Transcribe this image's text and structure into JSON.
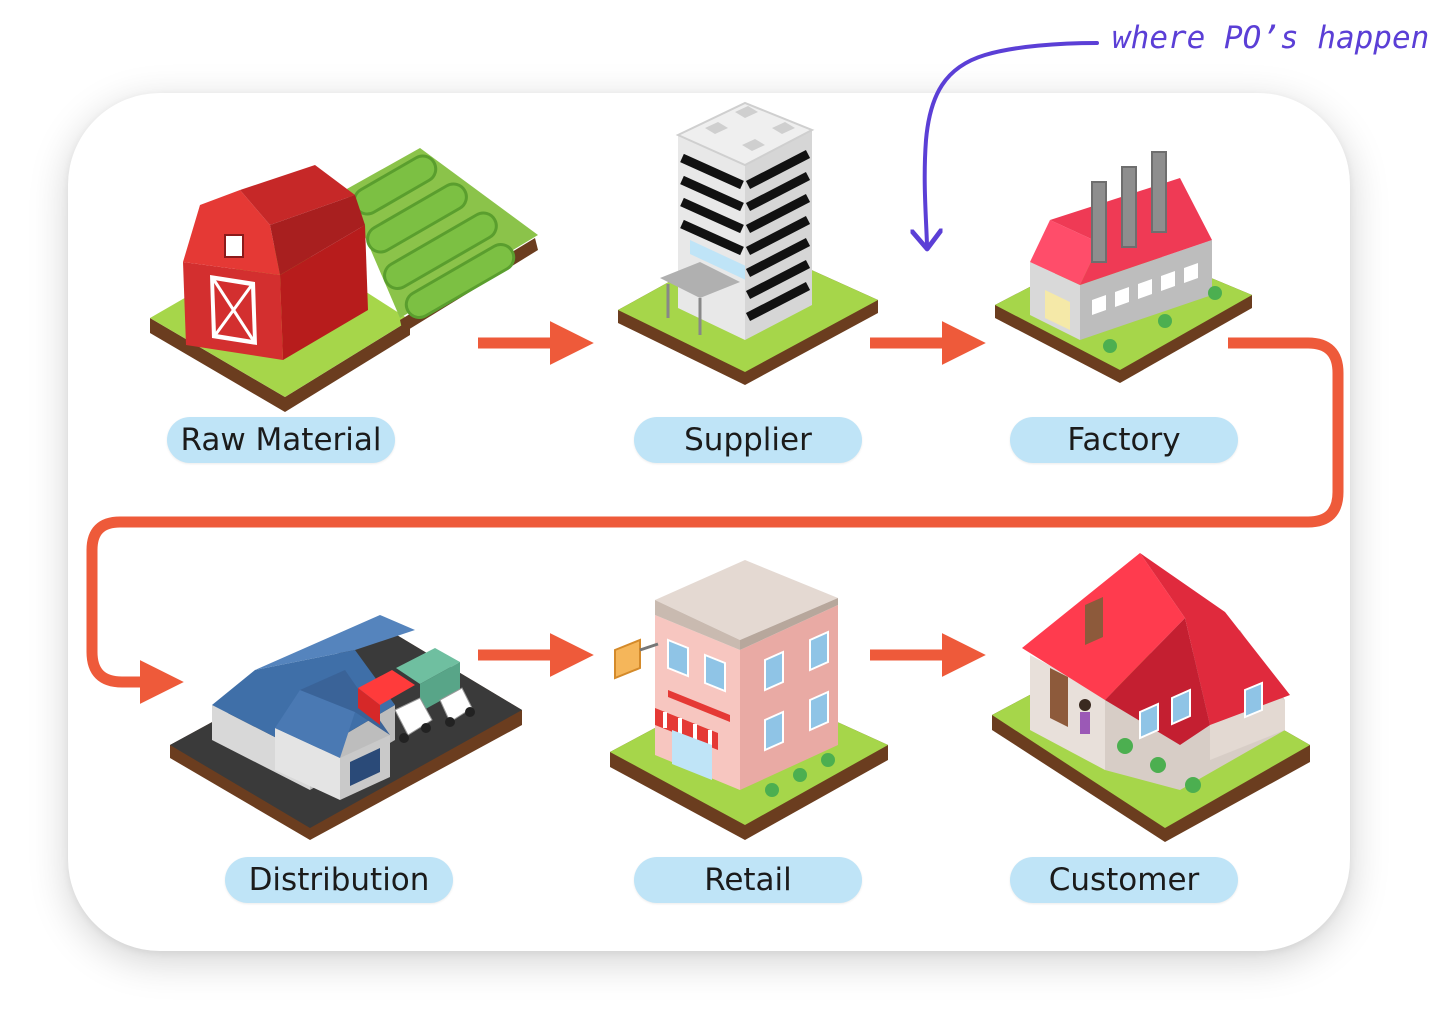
{
  "annotation": {
    "text": "where PO’s happen",
    "color": "#5b3fd6"
  },
  "flow_color": "#ee5a3a",
  "label_bg": "#bfe4f7",
  "stages": [
    {
      "id": "raw-material",
      "label": "Raw Material",
      "icon": "barn-with-crop-field-icon"
    },
    {
      "id": "supplier",
      "label": "Supplier",
      "icon": "office-tower-icon"
    },
    {
      "id": "factory",
      "label": "Factory",
      "icon": "factory-with-chimneys-icon"
    },
    {
      "id": "distribution",
      "label": "Distribution",
      "icon": "warehouse-with-trucks-icon"
    },
    {
      "id": "retail",
      "label": "Retail",
      "icon": "shop-building-icon"
    },
    {
      "id": "customer",
      "label": "Customer",
      "icon": "house-icon"
    }
  ]
}
